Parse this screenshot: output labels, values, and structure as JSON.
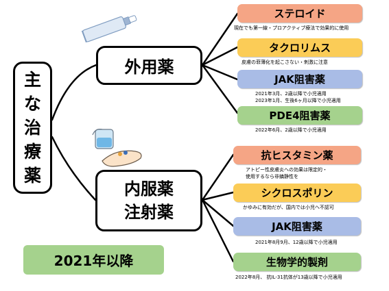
{
  "root": {
    "title_chars": [
      "主",
      "な",
      "治",
      "療",
      "薬"
    ]
  },
  "categories": {
    "topical": {
      "label": "外用薬"
    },
    "oral": {
      "label_line1": "内服薬",
      "label_line2": "注射薬"
    }
  },
  "topical_drugs": [
    {
      "name": "ステロイド",
      "note": "現在でも第一線・プロアクティブ療法で効果的に使用"
    },
    {
      "name": "タクロリムス",
      "note": "皮膚の菲薄化を起こさない・刺激に注意"
    },
    {
      "name": "JAK阻害薬",
      "note_line1": "2021年3月、2歳以降で小児適用",
      "note_line2": "2023年1月、生後6ヶ月以降で小児適用"
    },
    {
      "name": "PDE4阻害薬",
      "note": "2022年6月、2歳以降で小児適用"
    }
  ],
  "oral_drugs": [
    {
      "name": "抗ヒスタミン薬",
      "note_line1": "アトピー性皮膚炎への効果は限定的・",
      "note_line2": "使用するなら非鎮静性を"
    },
    {
      "name": "シクロスポリン",
      "note": "かゆみに有効だが、国内では小児へ不認可"
    },
    {
      "name": "JAK阻害薬",
      "note": "2021年8月9月、12歳以降で小児適用"
    },
    {
      "name": "生物学的製剤",
      "note": "2022年8月、 抗IL-31抗体が13歳以降で小児適用"
    }
  ],
  "year_label": "2021年以降",
  "colors": {
    "orange": "#f5a585",
    "yellow": "#fbcc57",
    "blue": "#a9bce6",
    "green": "#a5d28d"
  }
}
